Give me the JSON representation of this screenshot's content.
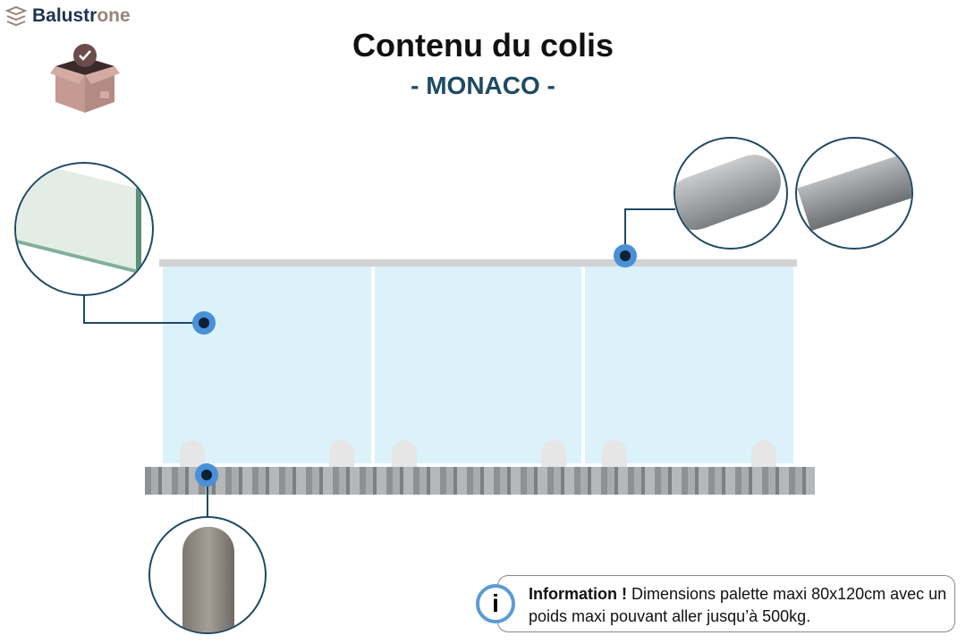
{
  "brand": {
    "name_main": "Balustr",
    "name_tail": "one"
  },
  "header": {
    "title": "Contenu du colis",
    "subtitle": "- MONACO -"
  },
  "components": [
    {
      "name": "glass-panel"
    },
    {
      "name": "handrail-round"
    },
    {
      "name": "handrail-square"
    },
    {
      "name": "floor-clamp"
    }
  ],
  "info": {
    "bold": "Information !",
    "text": " Dimensions palette maxi 80x120cm avec un poids maxi pouvant aller jusqu’à 500kg.",
    "icon": "i"
  },
  "colors": {
    "accent": "#1f4a63",
    "dot": "#4a90d9",
    "glass": "#dbf2fb"
  }
}
